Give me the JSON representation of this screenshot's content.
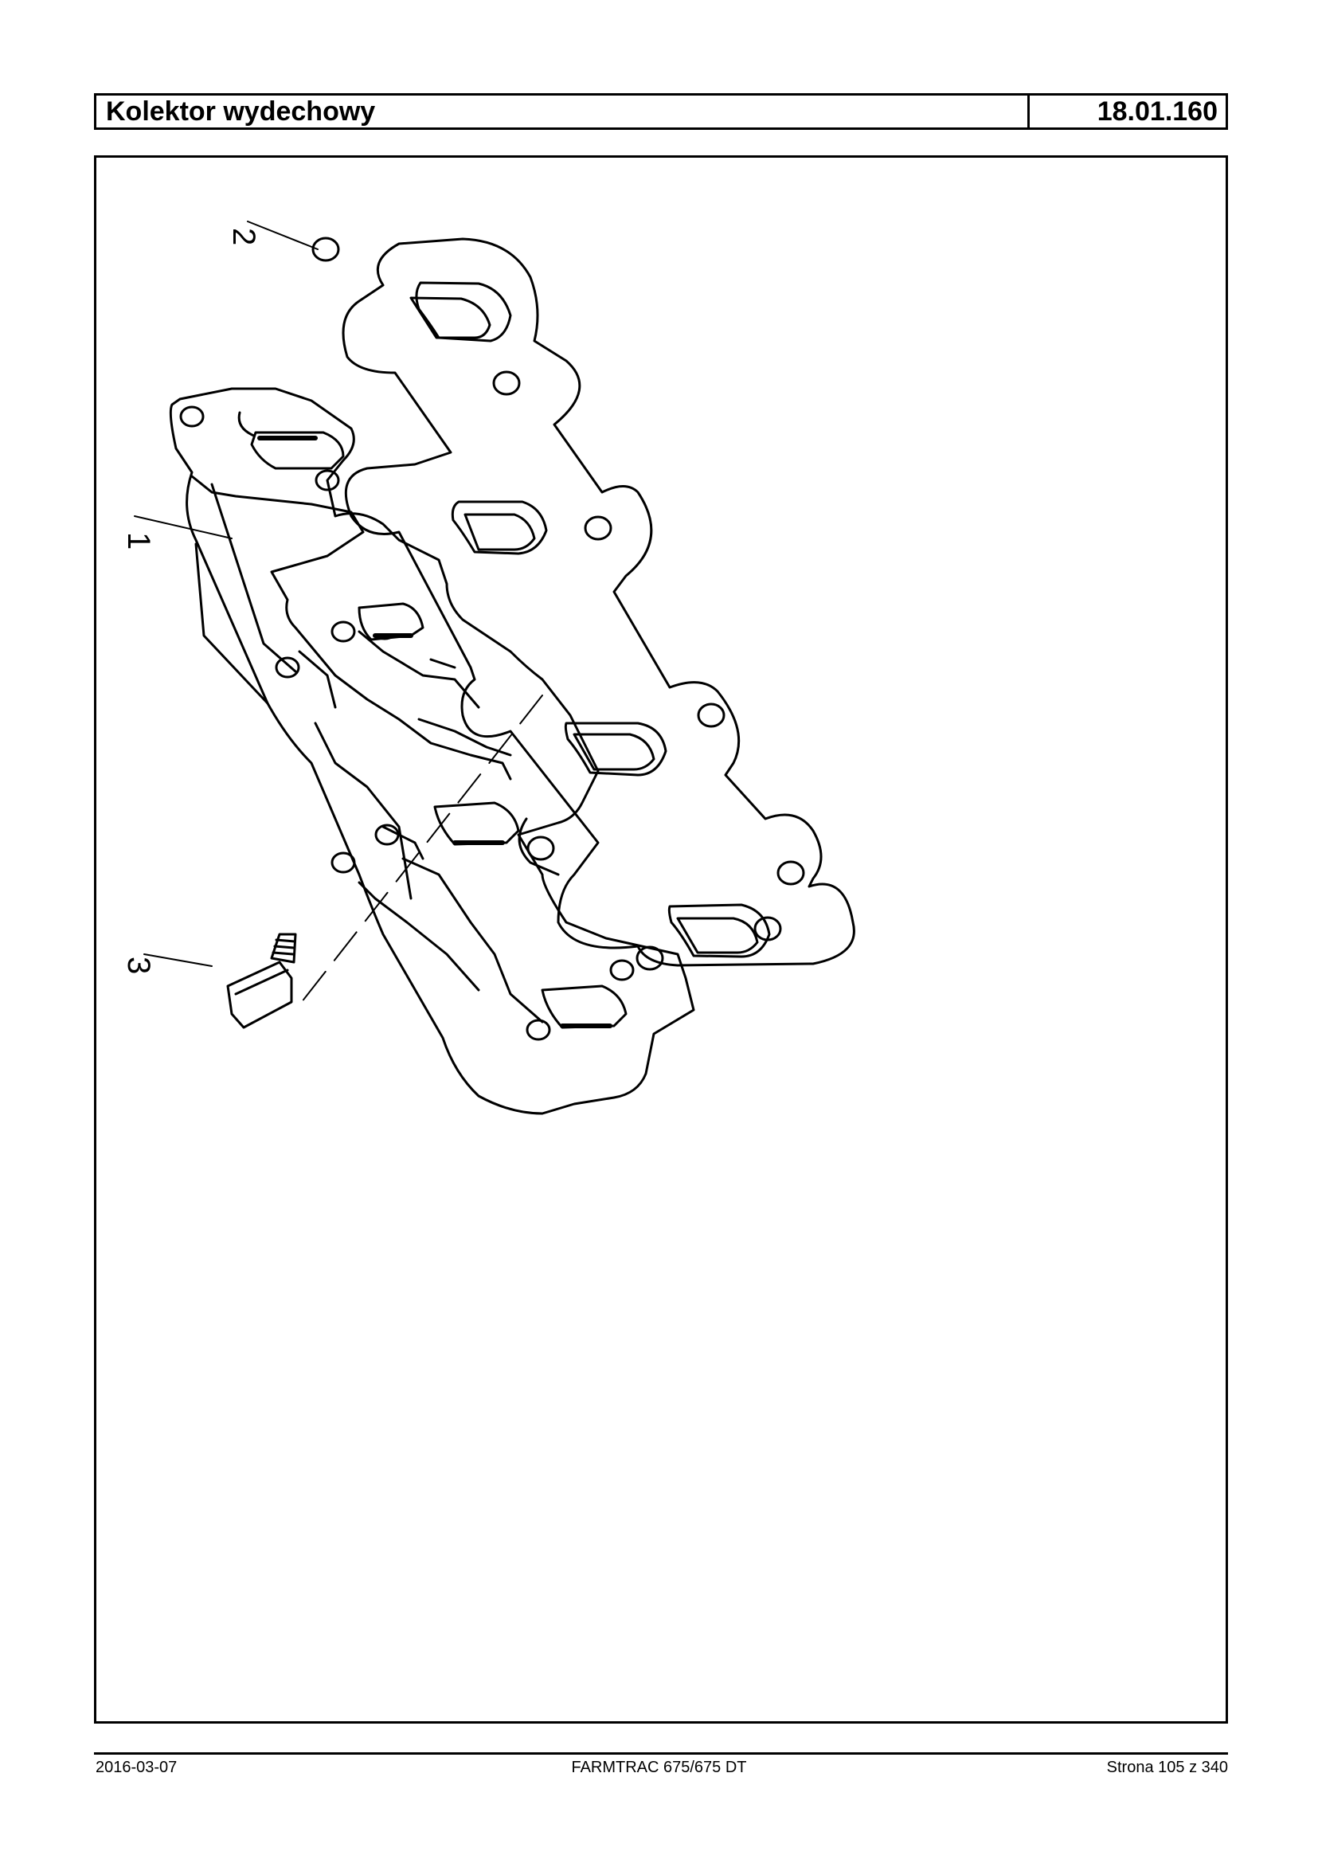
{
  "header": {
    "title": "Kolektor wydechowy",
    "code": "18.01.160"
  },
  "figure": {
    "callouts": [
      "1",
      "2",
      "3"
    ]
  },
  "footer": {
    "date": "2016-03-07",
    "model": "FARMTRAC 675/675 DT",
    "page": "Strona 105 z 340"
  }
}
